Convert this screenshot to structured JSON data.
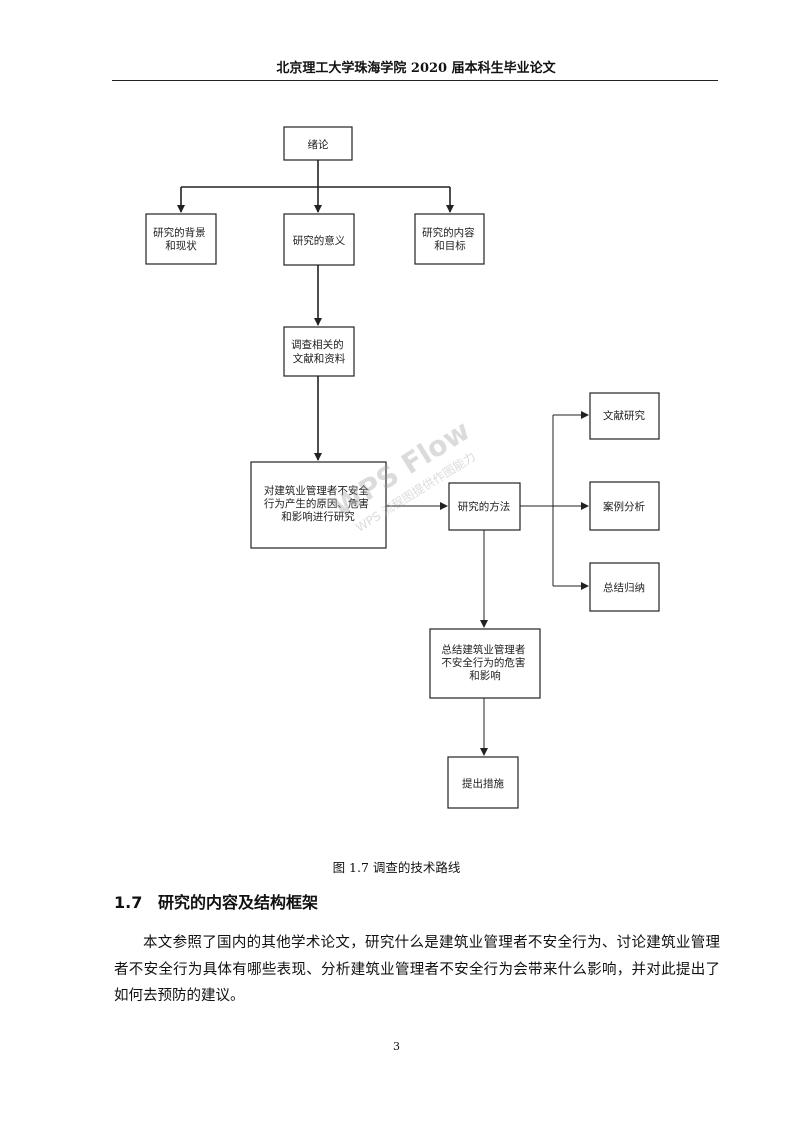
{
  "header": {
    "title": "北京理工大学珠海学院 2020 届本科生毕业论文"
  },
  "flowchart": {
    "nodes": {
      "intro": "绪论",
      "background": [
        "研究的背景",
        "和现状"
      ],
      "significance": "研究的意义",
      "content": [
        "研究的内容",
        "和目标"
      ],
      "literature": [
        "调查相关的",
        "文献和资料"
      ],
      "analysis": [
        "对建筑业管理者不安全",
        "行为产生的原因、危害",
        "和影响进行研究"
      ],
      "methods": "研究的方法",
      "lit_research": "文献研究",
      "case_analysis": "案例分析",
      "summary": "总结归纳",
      "conclusion": [
        "总结建筑业管理者",
        "不安全行为的危害",
        "和影响"
      ],
      "measures": "提出措施"
    },
    "watermark": {
      "line1": "WPS Flow",
      "line2": "WPS 流程图提供作图能力"
    }
  },
  "caption": "图 1.7  调查的技术路线",
  "section": {
    "number": "1.7",
    "title": "研究的内容及结构框架"
  },
  "body": "本文参照了国内的其他学术论文，研究什么是建筑业管理者不安全行为、讨论建筑业管理者不安全行为具体有哪些表现、分析建筑业管理者不安全行为会带来什么影响，并对此提出了如何去预防的建议。",
  "page_number": "3"
}
